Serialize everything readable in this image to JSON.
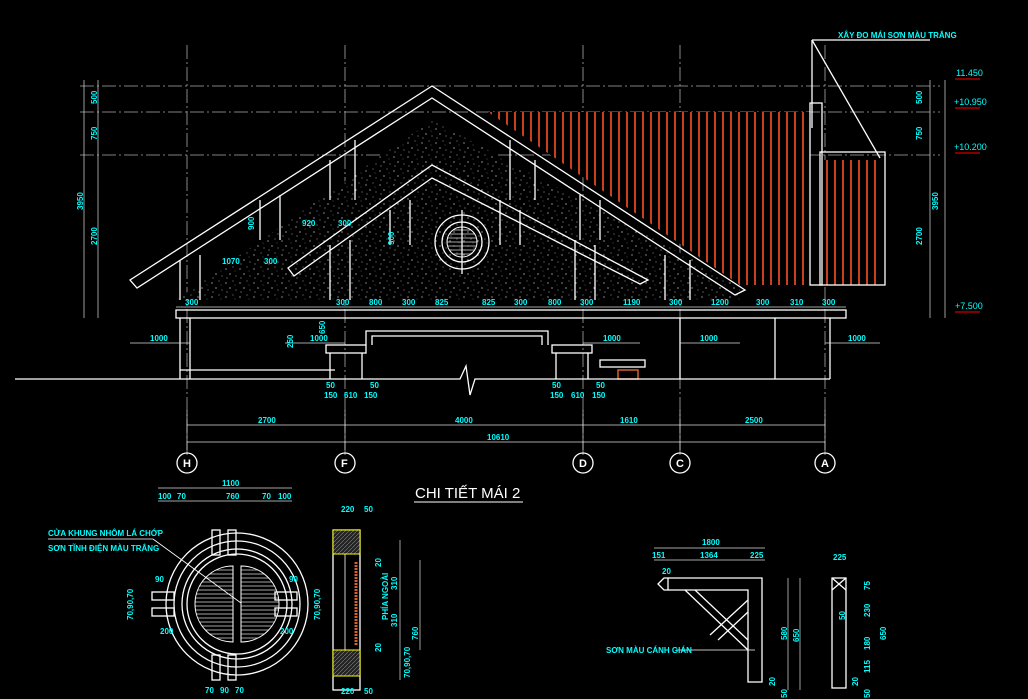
{
  "drawing": {
    "title": "CHI TIẾT MÁI 2",
    "colors": {
      "background": "#000000",
      "lines": "#ffffff",
      "text": "#00ffff",
      "hatch": "#c8401c",
      "elevation_marker": "#ff0000",
      "axis": "#aaaaaa"
    },
    "note_top": "XÂY ĐO MÁI SƠN MÀU TRẮNG",
    "elevations": [
      "11.450",
      "+10.950",
      "+10.200",
      "+7.500"
    ],
    "left_dims": [
      "500",
      "750",
      "2700",
      "3950"
    ],
    "right_dims": [
      "500",
      "750",
      "2700",
      "3950"
    ],
    "roof_dims": [
      "920",
      "300",
      "1070",
      "300",
      "900",
      "900"
    ],
    "base_dims": [
      "300",
      "300",
      "800",
      "300",
      "825",
      "825",
      "300",
      "800",
      "300",
      "1190",
      "300",
      "1200",
      "300",
      "310",
      "300"
    ],
    "bay_dims": [
      "1000",
      "1000",
      "1000",
      "1000",
      "1000"
    ],
    "arch_dims": [
      "250",
      "650"
    ],
    "column_dims": [
      "50",
      "50",
      "150",
      "610",
      "150",
      "50",
      "50",
      "150",
      "610",
      "150"
    ],
    "axis_dims": [
      "2700",
      "4000",
      "1610",
      "2500"
    ],
    "axis_total": "10610",
    "axes": [
      "H",
      "F",
      "D",
      "C",
      "A"
    ],
    "window_detail": {
      "note_line1": "CỬA KHUNG NHÔM LÁ CHỚP",
      "note_line2": "SƠN TĨNH ĐIỆN MÀU TRẮNG",
      "dims_top": [
        "1100",
        "100",
        "70",
        "760",
        "70",
        "100"
      ],
      "dims_side": [
        "90",
        "90",
        "70,90,70",
        "70,90,70",
        "200",
        "200"
      ],
      "dims_bottom": [
        "70",
        "90",
        "70"
      ]
    },
    "section_detail": {
      "dims_top": [
        "220",
        "50"
      ],
      "dims_bottom": [
        "220",
        "50"
      ],
      "side_label": "PHÍA NGOÀI",
      "dims_right": [
        "20",
        "310",
        "310",
        "20",
        "760",
        "70,90,70"
      ]
    },
    "bracket_detail": {
      "note": "SƠN MÀU CÁNH GIÁN",
      "dims_top": [
        "1800",
        "151",
        "1364",
        "225",
        "20"
      ],
      "dims_right": [
        "580",
        "650",
        "20",
        "50"
      ],
      "side_dims": [
        "225",
        "75",
        "230",
        "180",
        "115",
        "20",
        "50",
        "650",
        "50"
      ]
    }
  }
}
